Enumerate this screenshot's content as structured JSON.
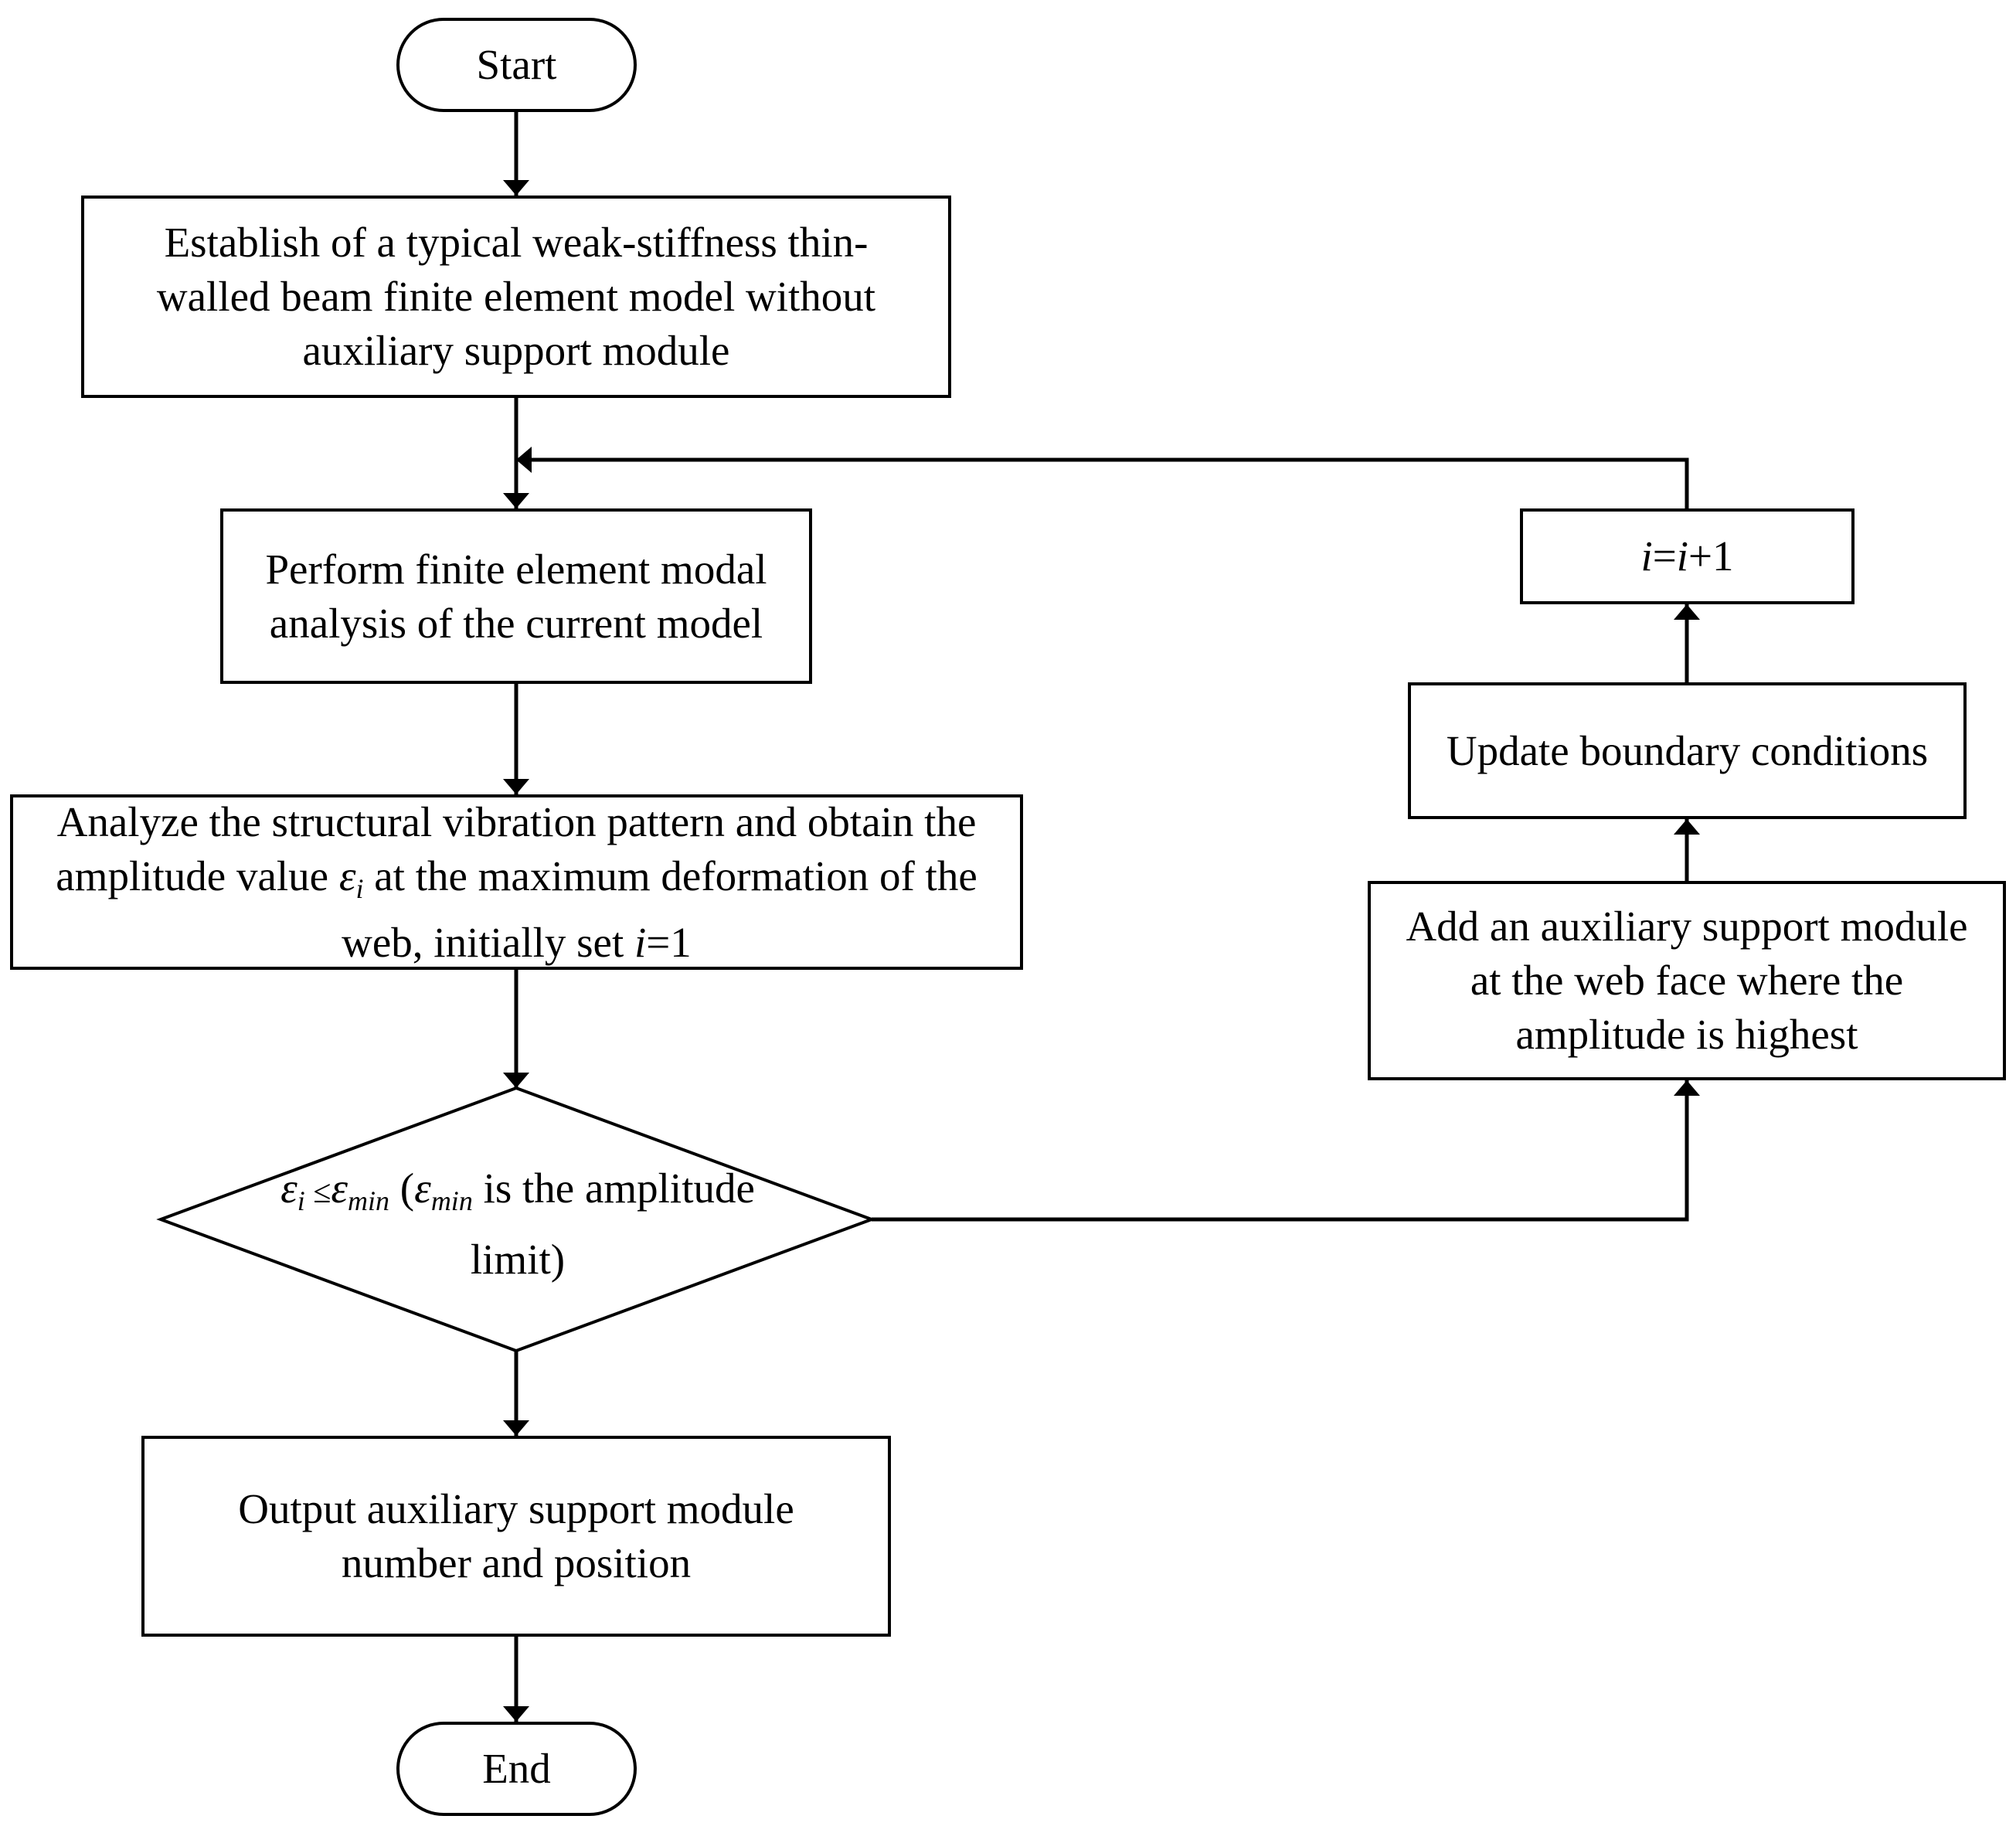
{
  "flowchart": {
    "start_label": "Start",
    "step1_text": "Establish of a typical weak-stiffness thin-walled beam finite element model without auxiliary support module",
    "step2_text": "Perform finite element modal analysis of the current model",
    "step3": {
      "text_before": "Analyze the structural vibration pattern and obtain the amplitude value ",
      "epsilon_symbol": "ε",
      "epsilon_subscript": "i",
      "text_middle": " at the maximum deformation of the web, initially set ",
      "var_i": "i",
      "text_after": "=1"
    },
    "decision": {
      "epsilon_symbol": "ε",
      "sub_i": "i",
      "relation": " ≤",
      "sub_min": "min",
      "paren_open": " (",
      "text_after": " is the amplitude limit)"
    },
    "output_text": "Output auxiliary support module number and position",
    "end_label": "End",
    "loop_add_text": "Add an auxiliary support module at the web face where the amplitude is highest",
    "loop_update_text": "Update boundary conditions",
    "loop_increment": {
      "var_i": "i",
      "eq": "=",
      "var_i2": "i",
      "plus_one": "+1"
    }
  },
  "colors": {
    "stroke": "#000000",
    "background": "#ffffff"
  }
}
